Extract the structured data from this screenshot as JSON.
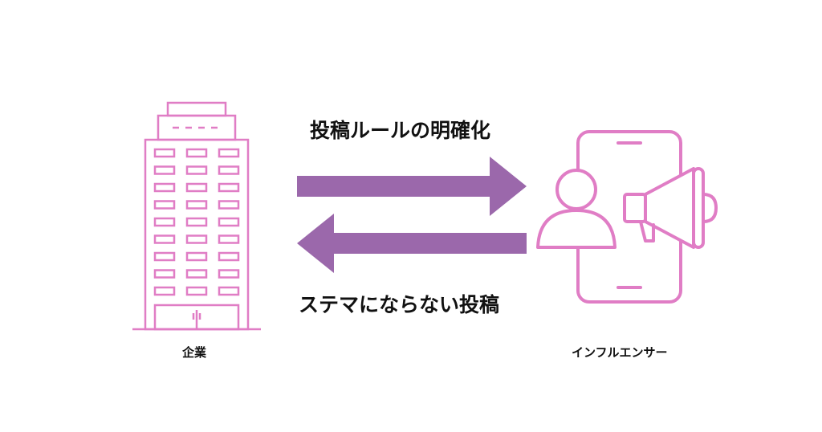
{
  "diagram": {
    "flow_top_label": "投稿ルールの明確化",
    "flow_bottom_label": "ステマにならない投稿",
    "company_label": "企業",
    "influencer_label": "インフルエンサー"
  },
  "colors": {
    "icon_pink": "#e07dc5",
    "arrow_purple": "#9b68ab",
    "text": "#111111",
    "background": "#ffffff"
  },
  "icons": {
    "company": "office-building-icon",
    "influencer": "smartphone-person-megaphone-icon"
  }
}
